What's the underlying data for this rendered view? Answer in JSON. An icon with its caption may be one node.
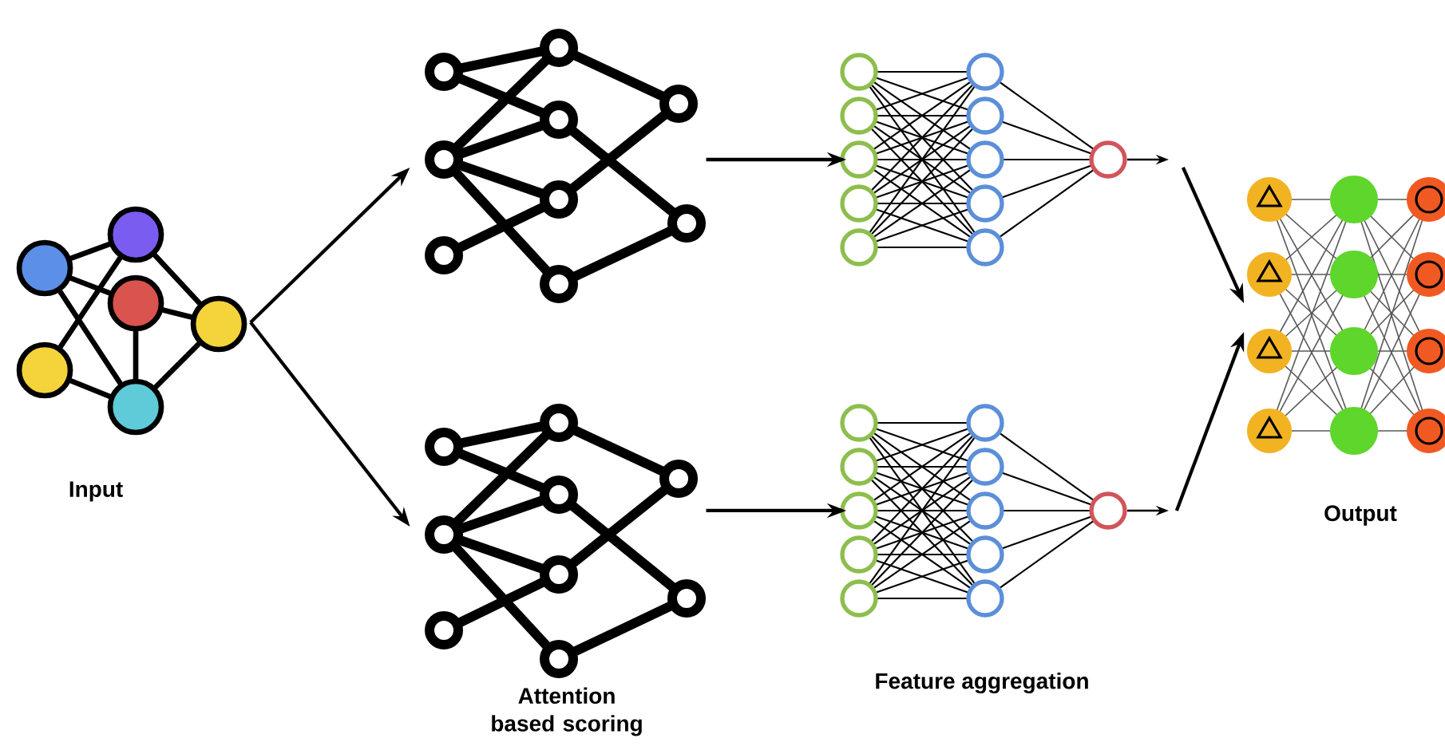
{
  "diagram": {
    "nodes": [
      {
        "text": [],
        "shape": "picture",
        "beside": [
          "Input"
        ]
      },
      {
        "text": [],
        "shape": "picture"
      },
      {
        "text": [],
        "shape": "picture",
        "beside": [
          "Attention based scoring"
        ]
      },
      {
        "text": [],
        "shape": "picture"
      },
      {
        "text": [],
        "shape": "picture",
        "beside": [
          "Feature aggregation"
        ]
      },
      {
        "text": [],
        "shape": "picture",
        "beside": [
          "Output"
        ]
      }
    ],
    "edges": [
      {
        "from": 0,
        "to": 1,
        "arrow": "to"
      },
      {
        "from": 0,
        "to": 2,
        "arrow": "to"
      },
      {
        "from": 1,
        "to": 3,
        "arrow": "to"
      },
      {
        "from": 2,
        "to": 4,
        "arrow": "to"
      },
      {
        "from": 3,
        "to": 5,
        "arrow": "to"
      },
      {
        "from": 4,
        "to": 5,
        "arrow": "to"
      }
    ]
  }
}
